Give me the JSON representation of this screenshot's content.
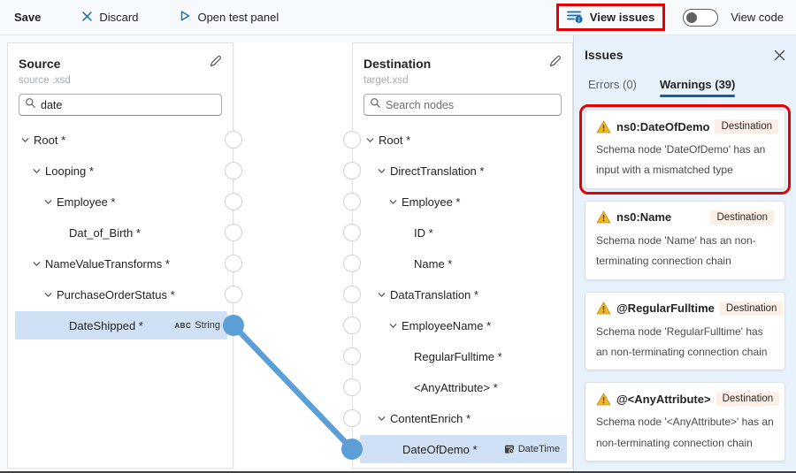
{
  "toolbar": {
    "save": "Save",
    "discard": "Discard",
    "open_test_panel": "Open test panel",
    "view_issues": "View issues",
    "view_code": "View code"
  },
  "source_panel": {
    "title": "Source",
    "subtitle": "source .xsd",
    "search_value": "date",
    "tree": [
      {
        "label": "Root *",
        "level": 0,
        "chevron": true
      },
      {
        "label": "Looping *",
        "level": 1,
        "chevron": true
      },
      {
        "label": "Employee *",
        "level": 2,
        "chevron": true
      },
      {
        "label": "Dat_of_Birth *",
        "level": 3,
        "chevron": false
      },
      {
        "label": "NameValueTransforms *",
        "level": 1,
        "chevron": true
      },
      {
        "label": "PurchaseOrderStatus *",
        "level": 2,
        "chevron": true
      },
      {
        "label": "DateShipped *",
        "level": 3,
        "chevron": false,
        "selected": true,
        "connected": true,
        "type": {
          "kind": "string",
          "prefix": "ABC",
          "label": "String"
        }
      }
    ]
  },
  "destination_panel": {
    "title": "Destination",
    "subtitle": "target.xsd",
    "search_placeholder": "Search nodes",
    "tree": [
      {
        "label": "Root *",
        "level": 0,
        "chevron": true
      },
      {
        "label": "DirectTranslation *",
        "level": 1,
        "chevron": true
      },
      {
        "label": "Employee *",
        "level": 2,
        "chevron": true
      },
      {
        "label": "ID *",
        "level": 3,
        "chevron": false
      },
      {
        "label": "Name *",
        "level": 3,
        "chevron": false
      },
      {
        "label": "DataTranslation *",
        "level": 1,
        "chevron": true
      },
      {
        "label": "EmployeeName *",
        "level": 2,
        "chevron": true
      },
      {
        "label": "RegularFulltime *",
        "level": 3,
        "chevron": false
      },
      {
        "label": "<AnyAttribute> *",
        "level": 3,
        "chevron": false
      },
      {
        "label": "ContentEnrich *",
        "level": 1,
        "chevron": true
      },
      {
        "label": "DateOfDemo *",
        "level": 2,
        "chevron": false,
        "selected": true,
        "connected": true,
        "type": {
          "kind": "datetime",
          "label": "DateTime"
        }
      }
    ]
  },
  "issues_panel": {
    "title": "Issues",
    "tabs": [
      {
        "label": "Errors (0)",
        "active": false
      },
      {
        "label": "Warnings (39)",
        "active": true
      }
    ],
    "cards": [
      {
        "title": "ns0:DateOfDemo",
        "badge": "Destination",
        "outlined": true,
        "body": "Schema node 'DateOfDemo' has an input with a mismatched type"
      },
      {
        "title": "ns0:Name",
        "badge": "Destination",
        "outlined": false,
        "body": "Schema node 'Name' has an non-terminating connection chain"
      },
      {
        "title": "@RegularFulltime",
        "badge": "Destination",
        "outlined": false,
        "body": "Schema node 'RegularFulltime' has an non-terminating connection chain"
      },
      {
        "title": "@<AnyAttribute>",
        "badge": "Destination",
        "outlined": false,
        "body": "Schema node '<AnyAttribute>' has an non-terminating connection chain"
      }
    ]
  },
  "colors": {
    "accent": "#0f6cbd",
    "connection_blue": "#5b9fd6",
    "selected_row": "#d0e1f6",
    "issues_background": "#e8f2fc",
    "destination_badge_bg": "#fdefe5",
    "warning_icon": "#f5b71e",
    "tab_underline": "#115ea3",
    "annotation_red": "#e60000"
  }
}
